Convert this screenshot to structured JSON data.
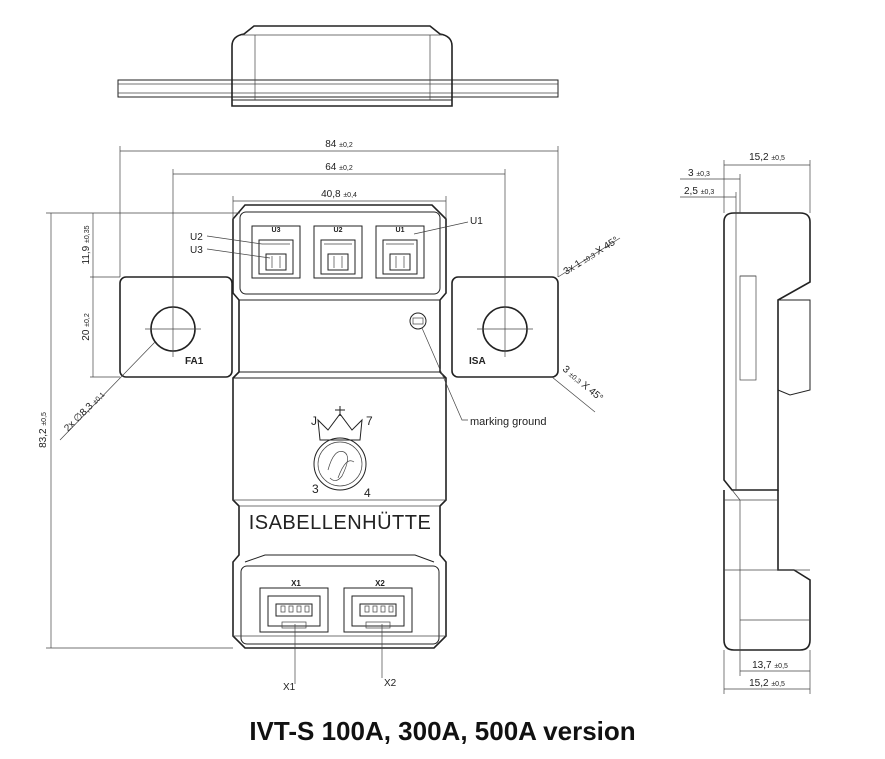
{
  "caption": "IVT-S 100A, 300A, 500A version",
  "dimensions": {
    "width_84": {
      "value": "84",
      "tol": "±0,2"
    },
    "width_64": {
      "value": "64",
      "tol": "±0,2"
    },
    "width_40_8": {
      "value": "40,8",
      "tol": "±0,4"
    },
    "height_11_9": {
      "value": "11,9",
      "tol": "±0,35"
    },
    "height_20": {
      "value": "20",
      "tol": "±0,2"
    },
    "height_83_2": {
      "value": "83,2",
      "tol": "±0,5"
    },
    "hole": {
      "value": "2x ∅8,3",
      "tol": "±0,1"
    },
    "chamfer_top": {
      "value": "3x 1",
      "tol": "±0,3",
      "suffix": "X 45°"
    },
    "chamfer_bottom": {
      "value": "3",
      "tol": "±0,3",
      "suffix": "X 45°"
    },
    "side_15_2_top": {
      "value": "15,2",
      "tol": "±0,5"
    },
    "side_3": {
      "value": "3",
      "tol": "±0,3"
    },
    "side_2_5": {
      "value": "2,5",
      "tol": "±0,3"
    },
    "side_13_7": {
      "value": "13,7",
      "tol": "±0,5"
    },
    "side_15_2_bottom": {
      "value": "15,2",
      "tol": "±0,5"
    }
  },
  "labels": {
    "u1": "U1",
    "u2": "U2",
    "u3": "U3",
    "conn_u3": "U3",
    "conn_u2": "U2",
    "conn_u1": "U1",
    "fa1": "FA1",
    "isa": "ISA",
    "marking_ground": "marking ground",
    "conn_x1": "X1",
    "conn_x2": "X2",
    "x1": "X1",
    "x2": "X2",
    "brand": "ISABELLENHÜTTE",
    "logo_j": "J",
    "logo_7": "7",
    "logo_3": "3",
    "logo_4": "4"
  }
}
